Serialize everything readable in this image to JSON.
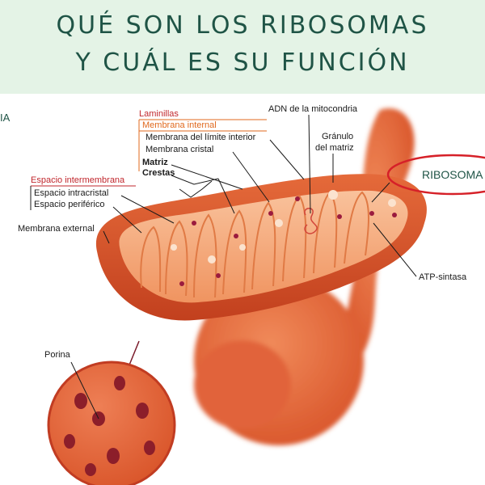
{
  "header": {
    "title_line1": "QUÉ SON LOS RIBOSOMAS",
    "title_line2": "Y CUÁL ES SU FUNCIÓN"
  },
  "diagram": {
    "partial_left_label": "IA",
    "labels": {
      "laminillas": "Laminillas",
      "membrana_interna": "Membrana internal",
      "membrana_limite": "Membrana del límite interior",
      "membrana_cristal": "Membrana cristal",
      "matriz": "Matriz",
      "crestas": "Crestas",
      "espacio_intermembrana": "Espacio intermembrana",
      "espacio_intracristal": "Espacio intracristal",
      "espacio_periferico": "Espacio periférico",
      "membrana_externa": "Membrana external",
      "adn": "ADN de la mitocondria",
      "granulo1": "Gránulo",
      "granulo2": "del matriz",
      "ribosoma": "RIBOSOMA",
      "atp": "ATP-sintasa",
      "porina": "Porina"
    }
  },
  "colors": {
    "header_bg": "#e4f3e6",
    "title_text": "#1f5446",
    "outer_membrane": "#d9552a",
    "inner_fill": "#f4a070",
    "highlight_red": "#d62028"
  }
}
